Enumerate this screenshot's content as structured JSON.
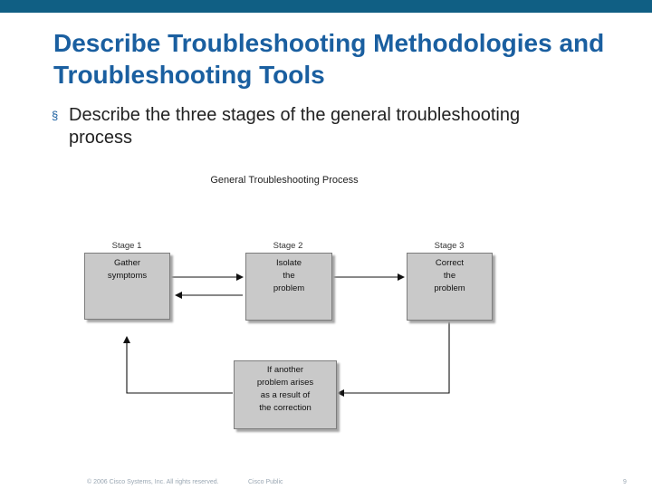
{
  "slide": {
    "title": "Describe Troubleshooting Methodologies and Troubleshooting Tools",
    "bullet_symbol": "§",
    "bullet": "Describe the three stages of the general troubleshooting process",
    "accent_color": "#105f84",
    "title_color": "#1a5fa0"
  },
  "diagram": {
    "title": "General Troubleshooting Process",
    "stages": [
      {
        "label": "Stage 1",
        "text": "Gather\nsymptoms"
      },
      {
        "label": "Stage 2",
        "text": "Isolate\nthe\nproblem"
      },
      {
        "label": "Stage 3",
        "text": "Correct\nthe\nproblem"
      }
    ],
    "loop_box": {
      "text": "If another\nproblem arises\nas a result of\nthe correction"
    }
  },
  "footer": {
    "copyright": "© 2006 Cisco Systems, Inc. All rights reserved.",
    "classification": "Cisco Public",
    "page_number": "9"
  }
}
